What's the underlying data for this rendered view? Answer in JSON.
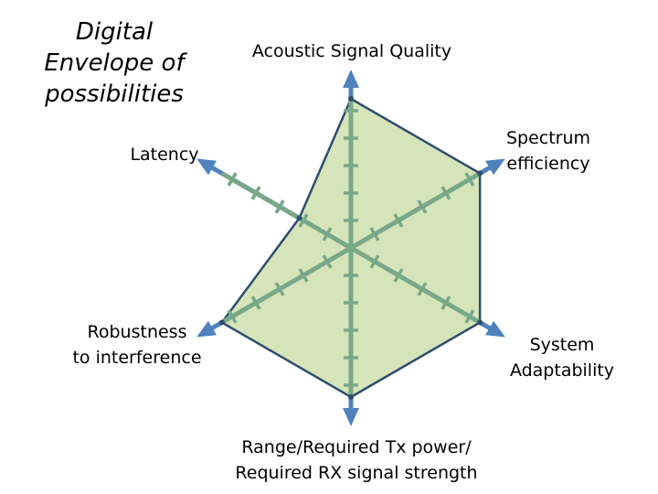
{
  "title_lines": [
    "Digital",
    "Envelope of",
    "possibilities"
  ],
  "axes": [
    {
      "key": "acoustic",
      "label_lines": [
        "Acoustic Signal Quality"
      ],
      "value": 1.0
    },
    {
      "key": "spectrum",
      "label_lines": [
        "Spectrum",
        "efficiency"
      ],
      "value": 1.0
    },
    {
      "key": "system",
      "label_lines": [
        "System",
        "Adaptability"
      ],
      "value": 1.0
    },
    {
      "key": "range",
      "label_lines": [
        "Range/Required Tx power/",
        "Required RX signal strength"
      ],
      "value": 1.0
    },
    {
      "key": "robust",
      "label_lines": [
        "Robustness",
        "to interference"
      ],
      "value": 1.0
    },
    {
      "key": "latency",
      "label_lines": [
        "Latency"
      ],
      "value": 0.4
    }
  ],
  "colors": {
    "arrow": "#4f81bd",
    "inner_axis": "#79a889",
    "fill": "#d2e2b4",
    "outline": "#2e4d6f"
  }
}
